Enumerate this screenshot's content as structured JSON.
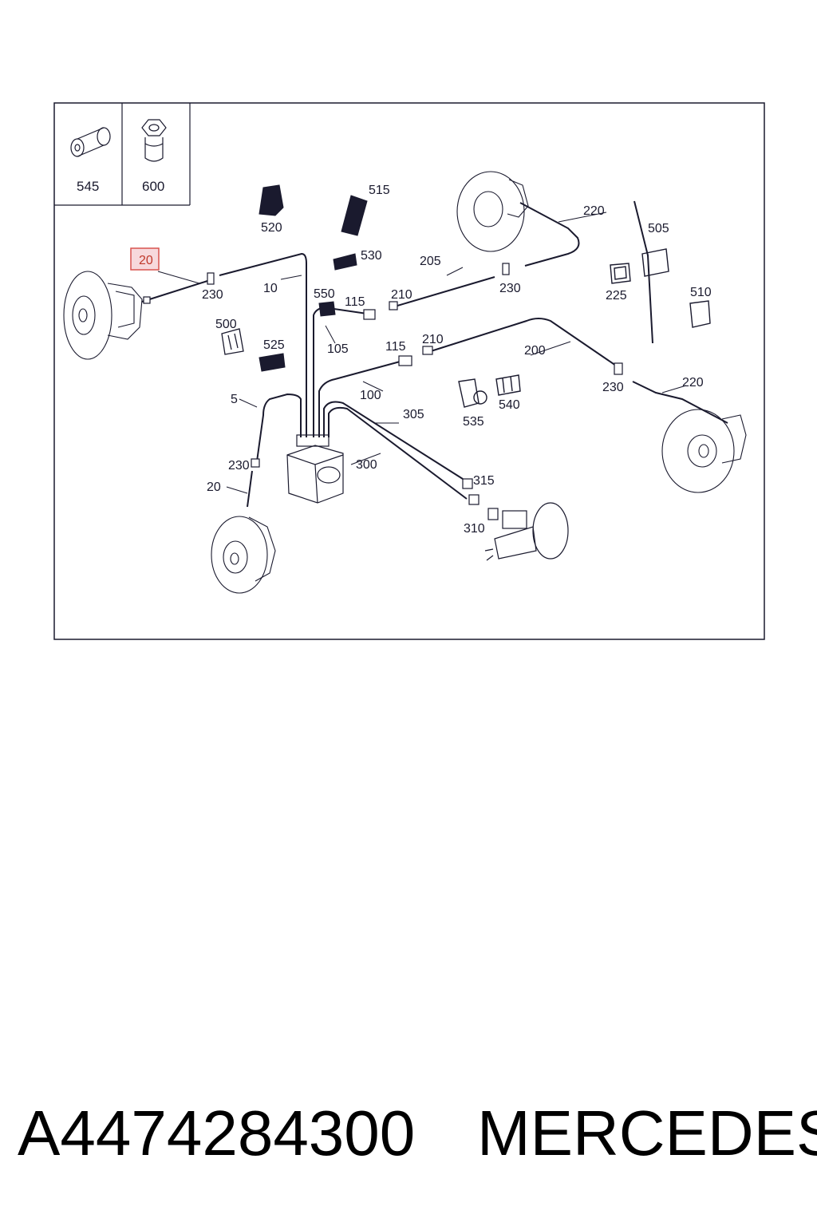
{
  "diagram": {
    "inset_parts": [
      "545",
      "600"
    ],
    "highlighted_part": "20",
    "callouts": {
      "c20a": "20",
      "c230a": "230",
      "c10": "10",
      "c520": "520",
      "c515": "515",
      "c530": "530",
      "c550": "550",
      "c115a": "115",
      "c105": "105",
      "c210a": "210",
      "c205": "205",
      "c230b": "230",
      "c220a": "220",
      "c505": "505",
      "c225": "225",
      "c510": "510",
      "c500": "500",
      "c525": "525",
      "c115b": "115",
      "c210b": "210",
      "c200": "200",
      "c100": "100",
      "c5": "5",
      "c305": "305",
      "c300": "300",
      "c230c": "230",
      "c20b": "20",
      "c535": "535",
      "c540": "540",
      "c230d": "230",
      "c220b": "220",
      "c315": "315",
      "c310": "310"
    }
  },
  "footer": {
    "part_number": "A4474284300",
    "brand": "MERCEDES"
  }
}
